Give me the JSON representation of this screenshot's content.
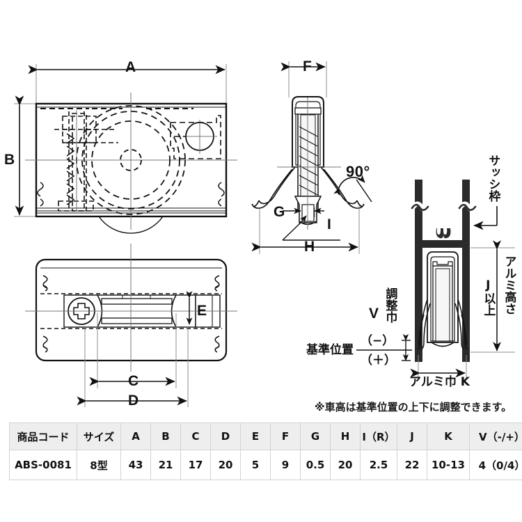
{
  "drawing": {
    "views": {
      "front": {
        "name": "front-view",
        "dimension_labels": [
          "A",
          "B"
        ]
      },
      "side": {
        "name": "side-section-view",
        "dimension_labels": [
          "F",
          "G",
          "H",
          "I"
        ],
        "angle_label": "90°"
      },
      "bottom": {
        "name": "bottom-view",
        "dimension_labels": [
          "C",
          "D",
          "E"
        ]
      },
      "sash": {
        "name": "sash-frame-view",
        "labels": {
          "sash_frame": "サッシ枠",
          "alumi_height": "アルミ高さ",
          "j_or_more": "J以上",
          "alumi_width_k": "アルミ巾 K",
          "adjust_width": "調整巾",
          "adjust_width_symbol": "V",
          "reference_position": "基準位置",
          "minus": "（−）",
          "plus": "（＋）"
        }
      }
    },
    "dim_A": "A",
    "dim_B": "B",
    "dim_C": "C",
    "dim_D": "D",
    "dim_E": "E",
    "dim_F": "F",
    "dim_G": "G",
    "dim_H": "H",
    "dim_I": "I",
    "angle_90": "90°",
    "note": "※車高は基準位置の上下に調整できます。"
  },
  "spec_table": {
    "headers": [
      "商品コード",
      "サイズ",
      "A",
      "B",
      "C",
      "D",
      "E",
      "F",
      "G",
      "H",
      "I（R）",
      "J",
      "K",
      "V（-/+）"
    ],
    "rows": [
      {
        "code": "ABS-0081",
        "size": "8型",
        "A": "43",
        "B": "21",
        "C": "17",
        "D": "20",
        "E": "5",
        "F": "9",
        "G": "0.5",
        "H": "20",
        "I": "2.5",
        "J": "22",
        "K": "10-13",
        "V": "4（0/4）"
      }
    ]
  },
  "colors": {
    "line": "#111111",
    "background": "#ffffff",
    "table_header_bg": "#eeeeee",
    "table_border": "#d2d2d2"
  }
}
